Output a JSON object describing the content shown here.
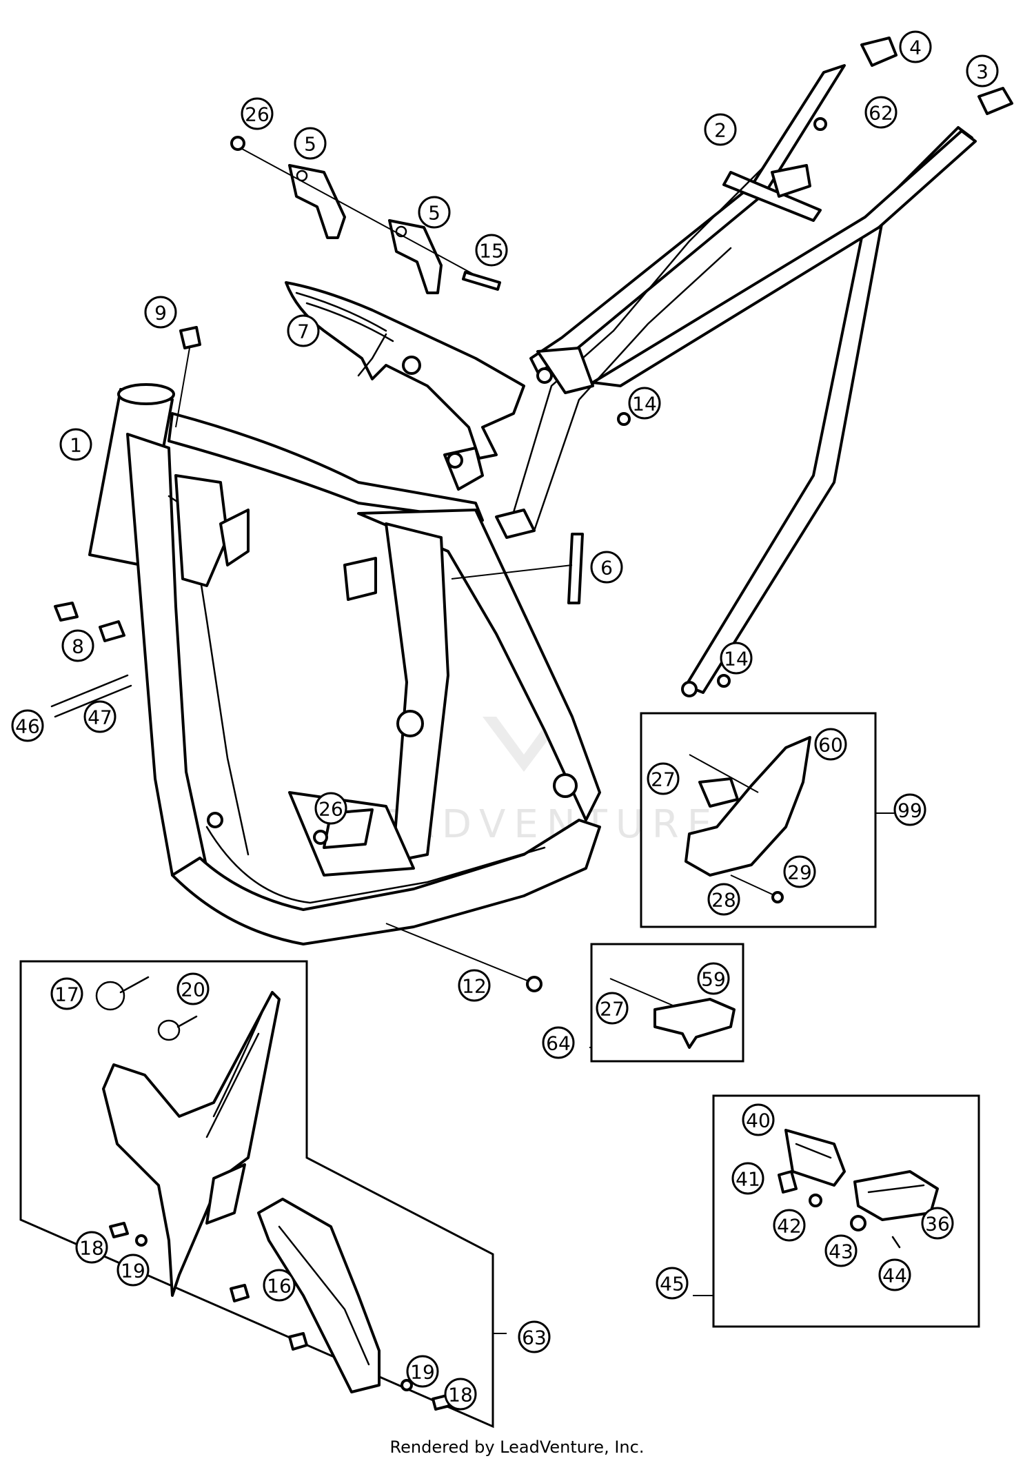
{
  "callouts": [
    {
      "id": "c1",
      "label": "1"
    },
    {
      "id": "c2",
      "label": "2"
    },
    {
      "id": "c3",
      "label": "3"
    },
    {
      "id": "c4",
      "label": "4"
    },
    {
      "id": "c5a",
      "label": "5"
    },
    {
      "id": "c5b",
      "label": "5"
    },
    {
      "id": "c6",
      "label": "6"
    },
    {
      "id": "c7",
      "label": "7"
    },
    {
      "id": "c8",
      "label": "8"
    },
    {
      "id": "c9",
      "label": "9"
    },
    {
      "id": "c12",
      "label": "12"
    },
    {
      "id": "c14a",
      "label": "14"
    },
    {
      "id": "c14b",
      "label": "14"
    },
    {
      "id": "c15",
      "label": "15"
    },
    {
      "id": "c16",
      "label": "16"
    },
    {
      "id": "c17",
      "label": "17"
    },
    {
      "id": "c18a",
      "label": "18"
    },
    {
      "id": "c18b",
      "label": "18"
    },
    {
      "id": "c19a",
      "label": "19"
    },
    {
      "id": "c19b",
      "label": "19"
    },
    {
      "id": "c20",
      "label": "20"
    },
    {
      "id": "c26a",
      "label": "26"
    },
    {
      "id": "c26b",
      "label": "26"
    },
    {
      "id": "c27a",
      "label": "27"
    },
    {
      "id": "c27b",
      "label": "27"
    },
    {
      "id": "c28",
      "label": "28"
    },
    {
      "id": "c29",
      "label": "29"
    },
    {
      "id": "c36",
      "label": "36"
    },
    {
      "id": "c40",
      "label": "40"
    },
    {
      "id": "c41",
      "label": "41"
    },
    {
      "id": "c42",
      "label": "42"
    },
    {
      "id": "c43",
      "label": "43"
    },
    {
      "id": "c44",
      "label": "44"
    },
    {
      "id": "c45",
      "label": "45"
    },
    {
      "id": "c46",
      "label": "46"
    },
    {
      "id": "c47",
      "label": "47"
    },
    {
      "id": "c59",
      "label": "59"
    },
    {
      "id": "c60",
      "label": "60"
    },
    {
      "id": "c62",
      "label": "62"
    },
    {
      "id": "c63",
      "label": "63"
    },
    {
      "id": "c64",
      "label": "64"
    },
    {
      "id": "c99",
      "label": "99"
    }
  ],
  "watermark": "LEADVENTURE",
  "credit": "Rendered by LeadVenture, Inc."
}
